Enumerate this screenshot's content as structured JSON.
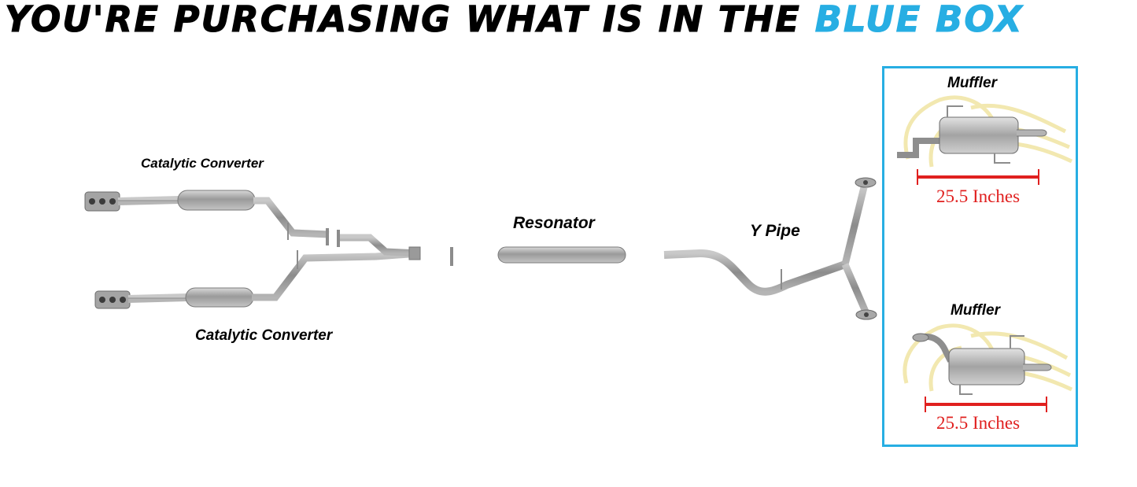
{
  "header": {
    "title_main": "YOU'RE PURCHASING WHAT IS IN THE",
    "title_accent": "BLUE BOX"
  },
  "labels": {
    "catalytic_top": "Catalytic Converter",
    "catalytic_bottom": "Catalytic Converter",
    "resonator": "Resonator",
    "y_pipe": "Y Pipe"
  },
  "blue_box": {
    "mufflers": [
      {
        "label": "Muffler",
        "measurement": "25.5 Inches"
      },
      {
        "label": "Muffler",
        "measurement": "25.5 Inches"
      }
    ]
  },
  "colors": {
    "accent": "#27aee3",
    "measurement": "#e0201f",
    "pipe": "#9d9d9d"
  }
}
